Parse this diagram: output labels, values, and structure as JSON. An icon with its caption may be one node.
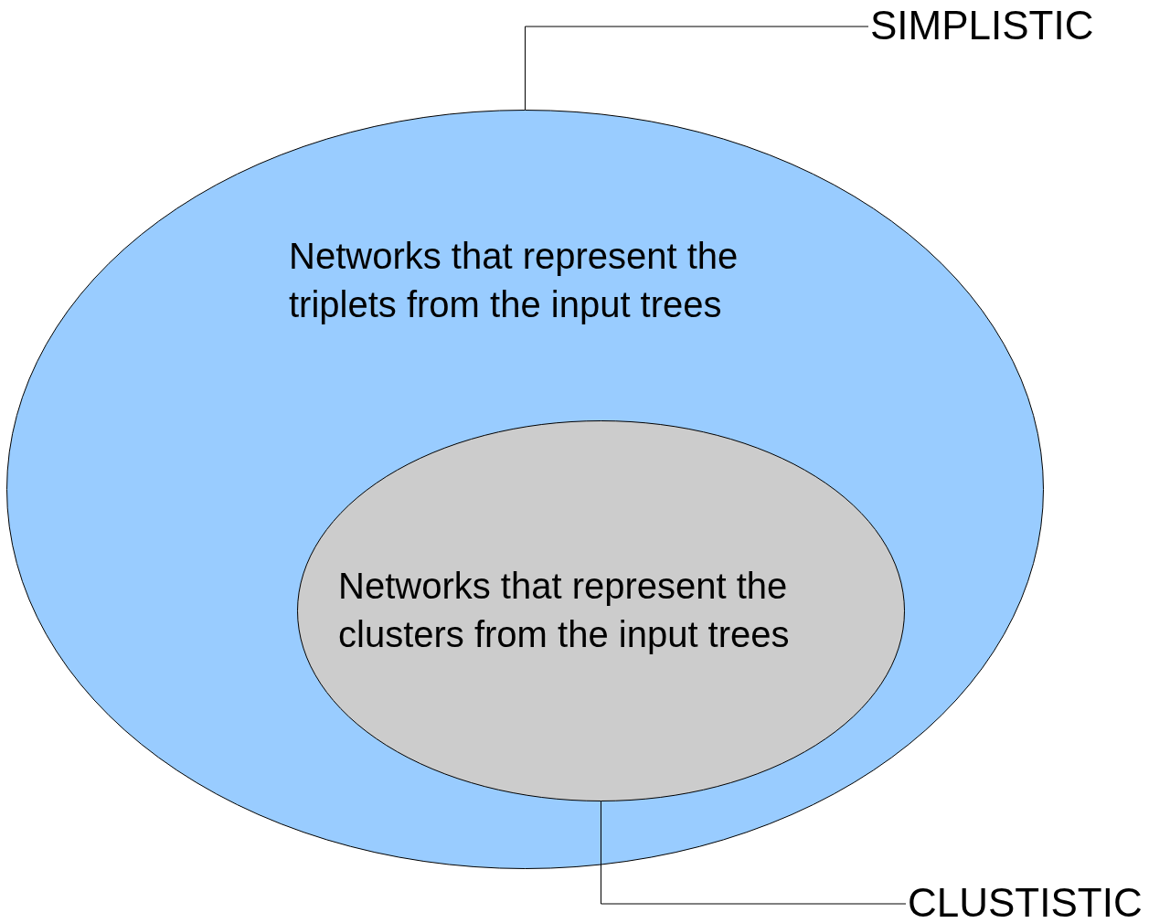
{
  "diagram": {
    "nodes": [
      {
        "text": [
          "Networks that represent the triplets from the input trees"
        ]
      },
      {
        "text": [
          "Networks that represent the clusters from the input trees"
        ],
        "in": 0
      },
      {
        "text": [
          "SIMPLISTIC"
        ]
      },
      {
        "text": [
          "CLUSTISTIC"
        ]
      }
    ],
    "edges": [
      {
        "from": 2,
        "to": 0,
        "arrow": "none"
      },
      {
        "from": 3,
        "to": 1,
        "arrow": "none"
      }
    ]
  }
}
